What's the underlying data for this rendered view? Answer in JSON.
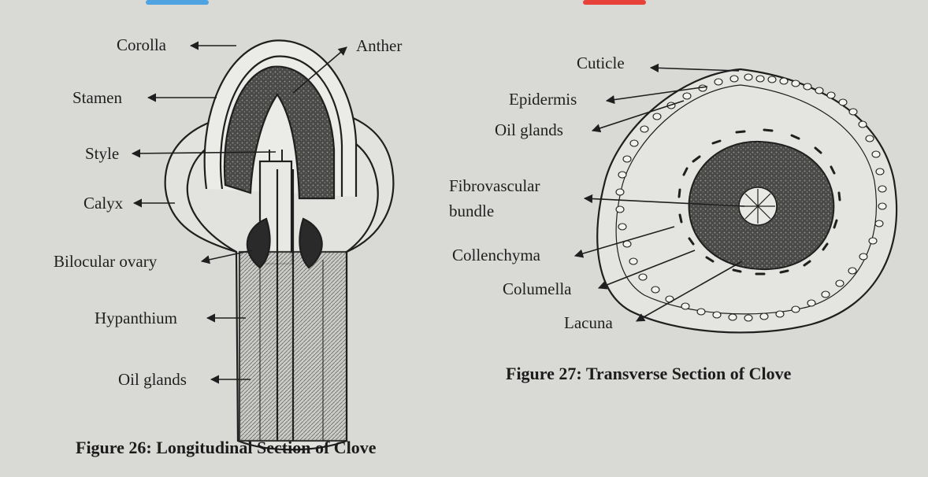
{
  "figure26": {
    "caption": "Figure 26: Longitudinal Section of Clove",
    "labels": {
      "corolla": "Corolla",
      "anther": "Anther",
      "stamen": "Stamen",
      "style": "Style",
      "calyx": "Calyx",
      "bilocular_ovary": "Bilocular ovary",
      "hypanthium": "Hypanthium",
      "oil_glands": "Oil glands"
    }
  },
  "figure27": {
    "caption": "Figure 27: Transverse Section of Clove",
    "labels": {
      "cuticle": "Cuticle",
      "epidermis": "Epidermis",
      "oil_glands": "Oil glands",
      "fibrovascular_line1": "Fibrovascular",
      "fibrovascular_line2": "bundle",
      "collenchyma": "Collenchyma",
      "columella": "Columella",
      "lacuna": "Lacuna"
    }
  },
  "colors": {
    "paper": "#d9d9d6",
    "ink": "#1f1f1f",
    "blue_bar": "#4fa3e0",
    "red_bar": "#e8413a"
  }
}
